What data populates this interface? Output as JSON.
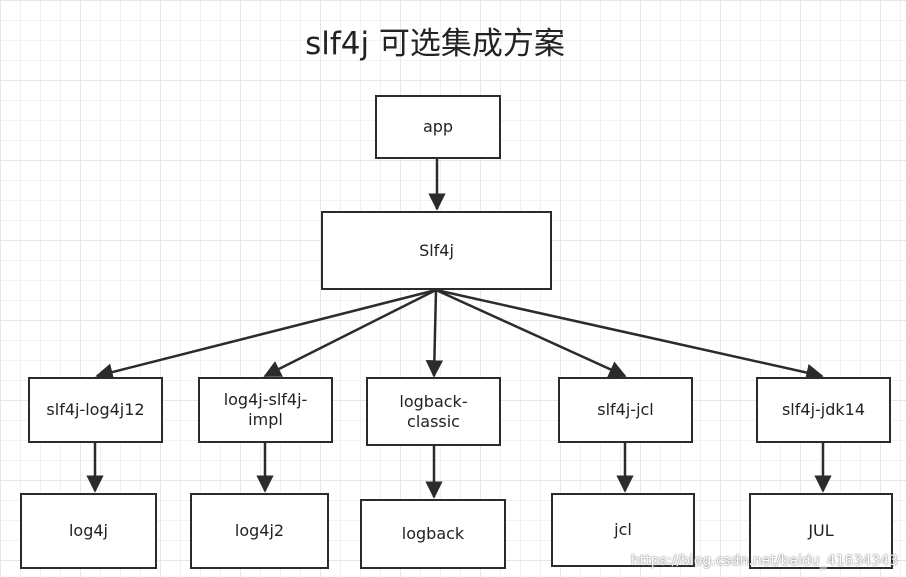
{
  "title": "slf4j 可选集成方案",
  "nodes": {
    "app": "app",
    "slf4j": "Slf4j",
    "adapters": [
      {
        "adapter": "slf4j-log4j12",
        "impl": "log4j"
      },
      {
        "adapter": "log4j-slf4j-impl",
        "impl": "log4j2"
      },
      {
        "adapter": "logback-classic",
        "impl": "logback"
      },
      {
        "adapter": "slf4j-jcl",
        "impl": "jcl"
      },
      {
        "adapter": "slf4j-jdk14",
        "impl": "JUL"
      }
    ]
  },
  "watermark": "https://blog.csdn.net/baidu_41634343",
  "colors": {
    "stroke": "#2b2b2b",
    "grid": "#e6e6e6"
  }
}
